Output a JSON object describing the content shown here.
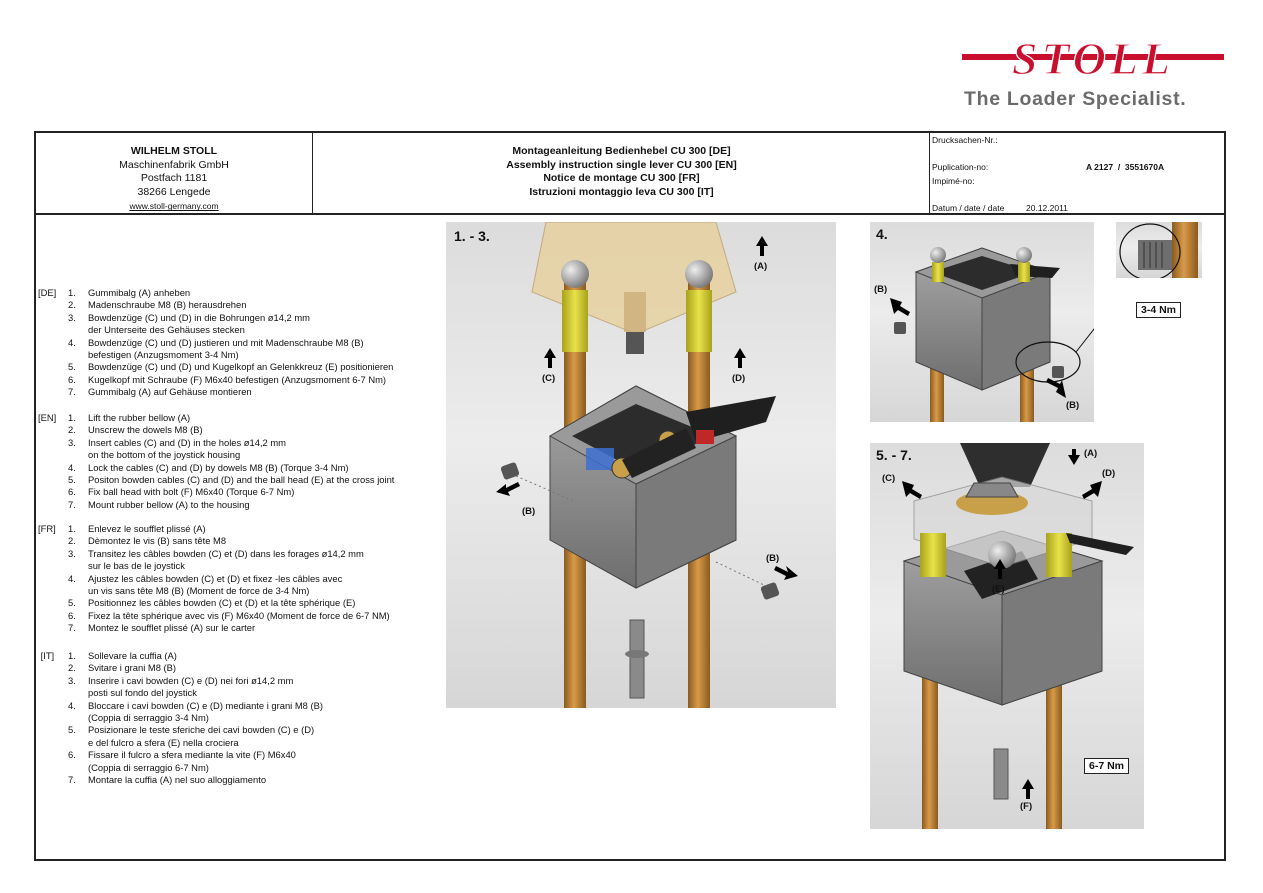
{
  "logo": {
    "brand": "STOLL",
    "tagline": "The Loader Specialist."
  },
  "company": {
    "name": "WILHELM STOLL",
    "line1": "Maschinenfabrik GmbH",
    "line2": "Postfach 1181",
    "line3": "38266 Lengede",
    "website": "www.stoll-germany.com"
  },
  "titles": {
    "de": "Montageanleitung Bedienhebel CU 300 [DE]",
    "en": "Assembly instruction single lever CU 300 [EN]",
    "fr": "Notice de montage CU 300 [FR]",
    "it": "Istruzioni montaggio leva CU 300 [IT]"
  },
  "meta": {
    "print_label": "Drucksachen-Nr.:",
    "pub_label": "Puplication-no:",
    "pub_value": "A 2127  /  3551670A",
    "imp_label": "Impimé-no:",
    "date_label": "Datum / date / date",
    "date_value": "20.12.2011"
  },
  "sections": [
    {
      "lang": "[DE]",
      "items": [
        {
          "n": "1.",
          "text": "Gummibalg (A) anheben"
        },
        {
          "n": "2.",
          "text": "Madenschraube M8 (B) herausdrehen"
        },
        {
          "n": "3.",
          "text": "Bowdenzüge (C) und (D) in die Bohrungen ø14,2 mm"
        },
        {
          "n": "",
          "text": "der Unterseite des Gehäuses stecken"
        },
        {
          "n": "4.",
          "text": "Bowdenzüge (C) und (D) justieren und mit Madenschraube M8 (B)"
        },
        {
          "n": "",
          "text": "befestigen (Anzugsmoment 3-4 Nm)"
        },
        {
          "n": "5.",
          "text": "Bowdenzüge (C) und (D) und Kugelkopf an Gelenkkreuz (E) positionieren"
        },
        {
          "n": "6.",
          "text": "Kugelkopf mit Schraube (F) M6x40 befestigen (Anzugsmoment 6-7 Nm)"
        },
        {
          "n": "7.",
          "text": "Gummibalg (A) auf Gehäuse montieren"
        }
      ]
    },
    {
      "lang": "[EN]",
      "items": [
        {
          "n": "1.",
          "text": "Lift the rubber bellow (A)"
        },
        {
          "n": "2.",
          "text": "Unscrew the dowels M8 (B)"
        },
        {
          "n": "3.",
          "text": "Insert cables (C) and (D) in the holes ø14,2 mm"
        },
        {
          "n": "",
          "text": "on the bottom of the joystick housing"
        },
        {
          "n": "4.",
          "text": "Lock the cables (C) and (D) by dowels M8 (B) (Torque 3-4 Nm)"
        },
        {
          "n": "5.",
          "text": "Positon bowden cables (C) and (D) and the ball head (E) at the cross joint"
        },
        {
          "n": "6.",
          "text": "Fix ball head with bolt (F) M6x40 (Torque 6-7 Nm)"
        },
        {
          "n": "7.",
          "text": "Mount rubber bellow (A) to the housing"
        }
      ]
    },
    {
      "lang": "[FR]",
      "items": [
        {
          "n": "1.",
          "text": "Enlevez le soufflet plissé (A)"
        },
        {
          "n": "2.",
          "text": "Dèmontez le vis (B) sans tête M8"
        },
        {
          "n": "3.",
          "text": "Transitez les câbles bowden (C) et (D) dans les forages ø14,2 mm"
        },
        {
          "n": "",
          "text": "sur le bas de le joystick"
        },
        {
          "n": "4.",
          "text": "Ajustez les câbles bowden (C) et (D) et fixez -les câbles avec"
        },
        {
          "n": "",
          "text": "un vis sans tête M8 (B) (Moment de force de 3-4 Nm)"
        },
        {
          "n": "5.",
          "text": "Positionnez les câbles bowden (C) et (D) et la tête sphérique (E)"
        },
        {
          "n": "6.",
          "text": "Fixez la tête sphérique avec vis (F) M6x40 (Moment de force de 6-7 NM)"
        },
        {
          "n": "7.",
          "text": "Montez le soufflet plissé (A) sur le carter"
        }
      ]
    },
    {
      "lang": " [IT]",
      "items": [
        {
          "n": "1.",
          "text": "Sollevare la cuffia (A)"
        },
        {
          "n": "2.",
          "text": "Svitare i grani M8 (B)"
        },
        {
          "n": "3.",
          "text": "Inserire i cavi bowden (C) e (D) nei fori ø14,2 mm"
        },
        {
          "n": "",
          "text": "posti sul fondo del joystick"
        },
        {
          "n": "4.",
          "text": "Bloccare i cavi bowden (C) e (D) mediante i grani M8 (B)"
        },
        {
          "n": "",
          "text": "(Coppia di serraggio 3-4 Nm)"
        },
        {
          "n": "5.",
          "text": "Posizionare le teste sferiche dei cavi bowden (C) e (D)"
        },
        {
          "n": "",
          "text": "e del fulcro a sfera (E) nella crociera"
        },
        {
          "n": "6.",
          "text": "Fissare il fulcro a sfera mediante la vite (F) M6x40"
        },
        {
          "n": "",
          "text": "(Coppia di serraggio 6-7 Nm)"
        },
        {
          "n": "7.",
          "text": "Montare la cuffia (A) nel suo alloggiamento"
        }
      ]
    }
  ],
  "figures": {
    "fig1": {
      "step": "1. - 3.",
      "A": "(A)",
      "B1": "(B)",
      "B2": "(B)",
      "C": "(C)",
      "D": "(D)"
    },
    "fig2": {
      "step": "4.",
      "B1": "(B)",
      "B2": "(B)",
      "torque": "3-4 Nm"
    },
    "fig3": {
      "step": "5. - 7.",
      "A": "(A)",
      "C": "(C)",
      "D": "(D)",
      "E": "(E)",
      "F": "(F)",
      "torque": "6-7 Nm"
    }
  },
  "colors": {
    "brand_red": "#c8102e",
    "tagline_grey": "#6b6b6b",
    "cable_bronze": "#b8772e",
    "ball_yellow": "#d9d235"
  }
}
